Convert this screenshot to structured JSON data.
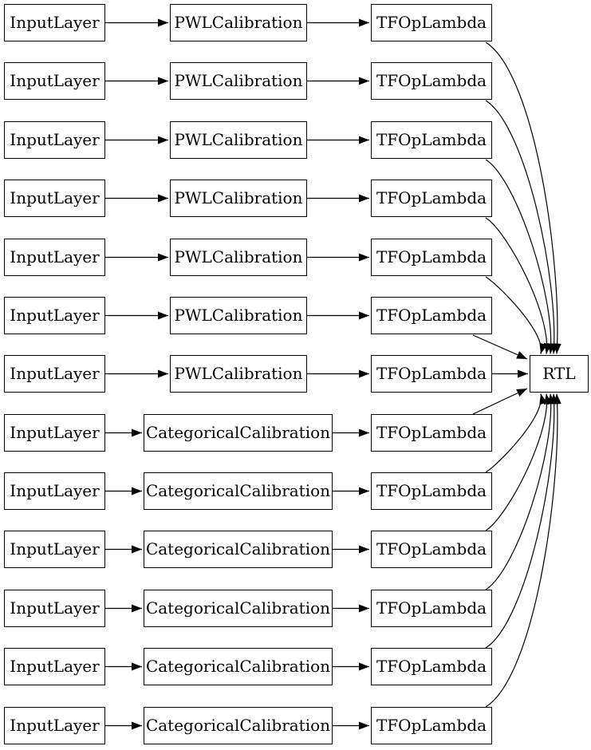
{
  "diagram": {
    "output_node": {
      "label": "RTL"
    },
    "rows": [
      {
        "input": "InputLayer",
        "calibration": "PWLCalibration",
        "lambda": "TFOpLambda"
      },
      {
        "input": "InputLayer",
        "calibration": "PWLCalibration",
        "lambda": "TFOpLambda"
      },
      {
        "input": "InputLayer",
        "calibration": "PWLCalibration",
        "lambda": "TFOpLambda"
      },
      {
        "input": "InputLayer",
        "calibration": "PWLCalibration",
        "lambda": "TFOpLambda"
      },
      {
        "input": "InputLayer",
        "calibration": "PWLCalibration",
        "lambda": "TFOpLambda"
      },
      {
        "input": "InputLayer",
        "calibration": "PWLCalibration",
        "lambda": "TFOpLambda"
      },
      {
        "input": "InputLayer",
        "calibration": "PWLCalibration",
        "lambda": "TFOpLambda"
      },
      {
        "input": "InputLayer",
        "calibration": "CategoricalCalibration",
        "lambda": "TFOpLambda"
      },
      {
        "input": "InputLayer",
        "calibration": "CategoricalCalibration",
        "lambda": "TFOpLambda"
      },
      {
        "input": "InputLayer",
        "calibration": "CategoricalCalibration",
        "lambda": "TFOpLambda"
      },
      {
        "input": "InputLayer",
        "calibration": "CategoricalCalibration",
        "lambda": "TFOpLambda"
      },
      {
        "input": "InputLayer",
        "calibration": "CategoricalCalibration",
        "lambda": "TFOpLambda"
      },
      {
        "input": "InputLayer",
        "calibration": "CategoricalCalibration",
        "lambda": "TFOpLambda"
      }
    ],
    "colors": {
      "node_border": "#000000",
      "node_fill": "#ffffff",
      "edge": "#000000",
      "text": "#000000",
      "background": "#ffffff"
    }
  }
}
